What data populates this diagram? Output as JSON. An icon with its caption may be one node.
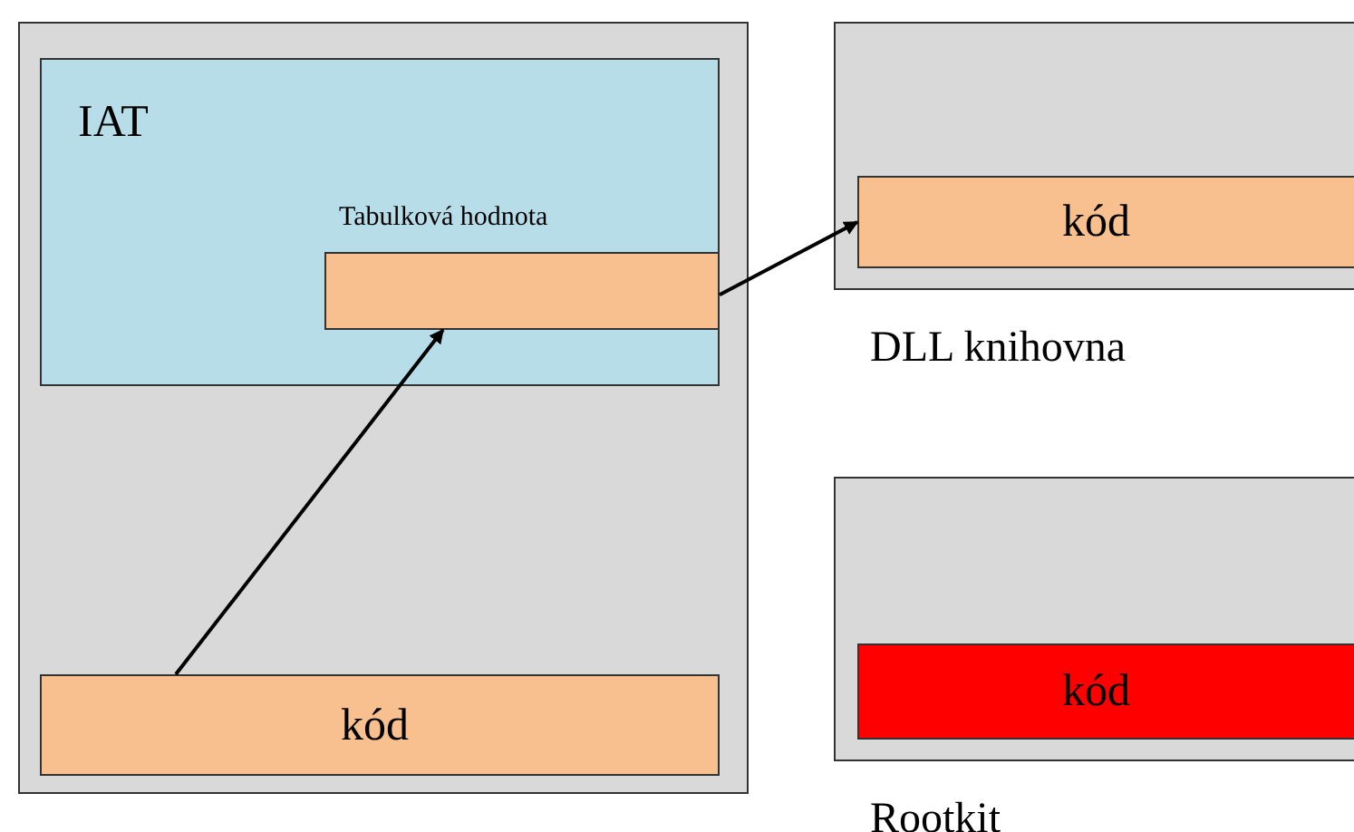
{
  "diagram": {
    "nodes": [
      {
        "text": [],
        "shape": "box"
      },
      {
        "text": [
          "IAT"
        ],
        "in": 0
      },
      {
        "text": [
          "Tabulková hodnota"
        ],
        "in": 1
      },
      {
        "text": [
          "kód"
        ],
        "in": 0
      },
      {
        "text": [
          "DLL knihovna"
        ]
      },
      {
        "text": [
          "kód"
        ],
        "in": 4
      },
      {
        "text": [
          "Rootkit"
        ]
      },
      {
        "text": [
          "kód"
        ],
        "in": 6
      }
    ],
    "edges": [
      {
        "from": 3,
        "to": 2,
        "arrow": "to"
      },
      {
        "from": 2,
        "to": 5,
        "arrow": "to"
      }
    ]
  }
}
